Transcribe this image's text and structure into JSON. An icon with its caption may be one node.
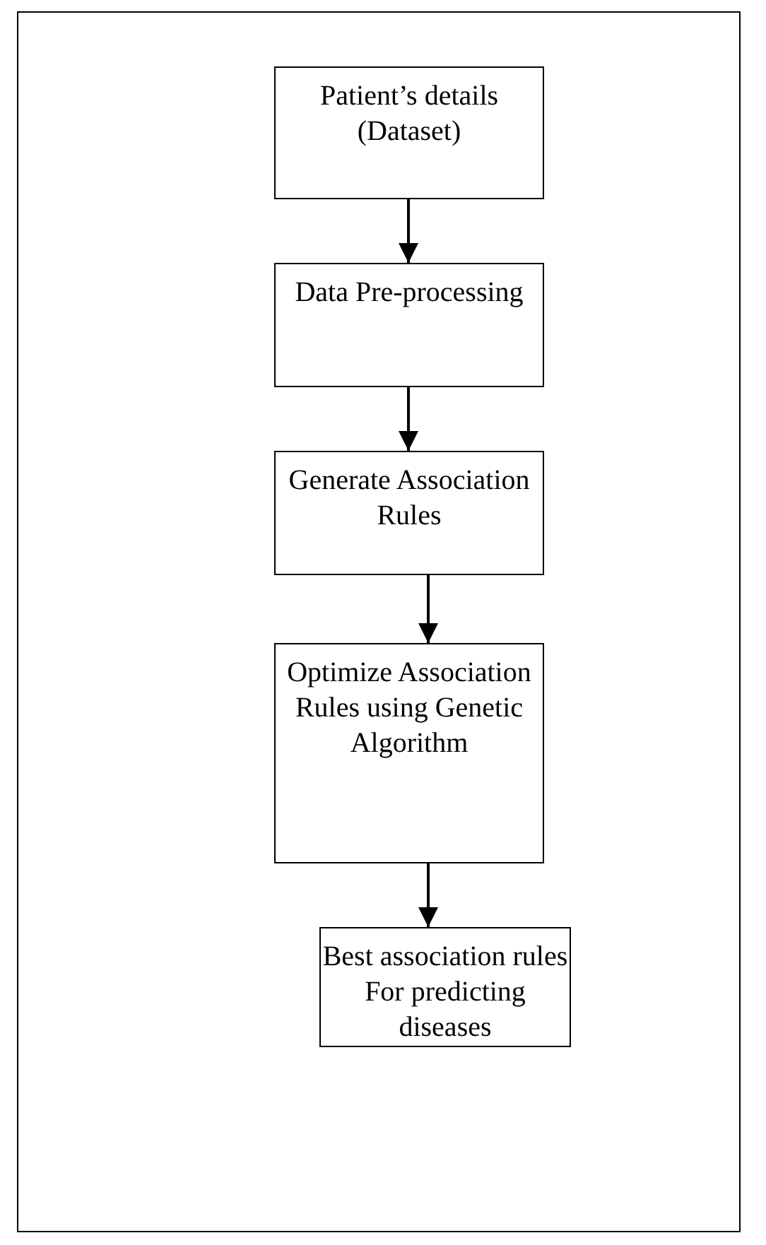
{
  "diagram": {
    "nodes": [
      {
        "text": [
          "Patient’s details (Dataset)"
        ]
      },
      {
        "text": [
          "Data Pre-processing"
        ]
      },
      {
        "text": [
          "Generate Association Rules"
        ]
      },
      {
        "text": [
          "Optimize Association Rules using Genetic Algorithm"
        ]
      },
      {
        "text": [
          "Best association rules For predicting diseases"
        ]
      }
    ],
    "edges": [
      {
        "from": 0,
        "to": 1,
        "arrow": "to"
      },
      {
        "from": 1,
        "to": 2,
        "arrow": "to"
      },
      {
        "from": 2,
        "to": 3,
        "arrow": "to"
      },
      {
        "from": 3,
        "to": 4,
        "arrow": "to"
      }
    ]
  }
}
